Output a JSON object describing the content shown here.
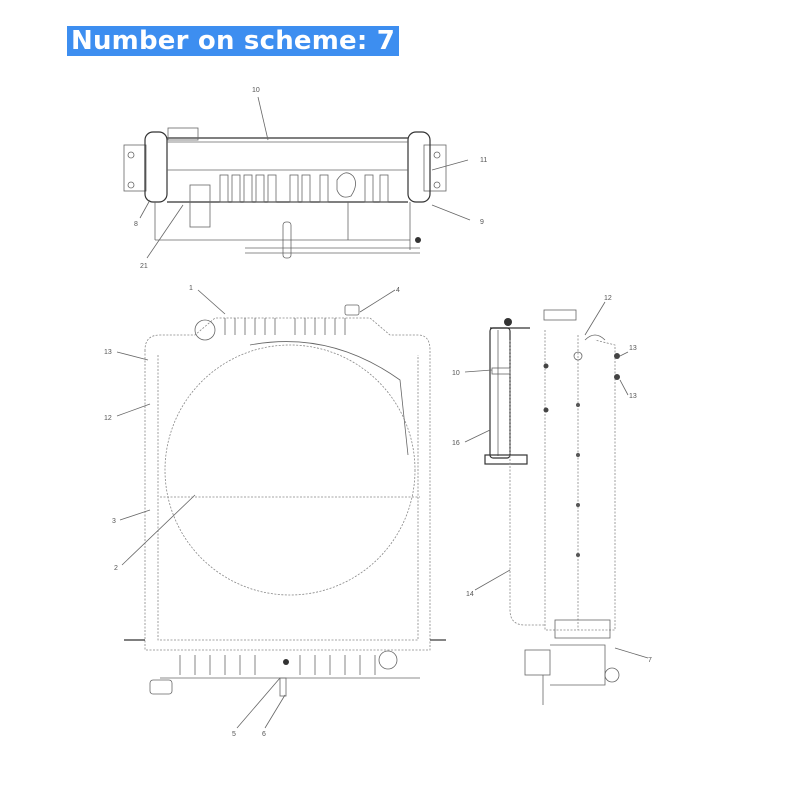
{
  "header": {
    "title": "Number on scheme: 7"
  },
  "colors": {
    "title_bg": "#3d8ef0",
    "title_text": "#ffffff",
    "line": "#555555"
  },
  "diagram": {
    "subject": "radiator assembly",
    "top_view": {
      "labels": [
        "10",
        "11",
        "8",
        "9",
        "21"
      ]
    },
    "front_view": {
      "labels": [
        "1",
        "4",
        "13",
        "12",
        "3",
        "2",
        "5",
        "6"
      ]
    },
    "side_view": {
      "labels": [
        "12",
        "13",
        "10",
        "16",
        "14",
        "7"
      ]
    }
  },
  "labels": {
    "l10_top": "10",
    "l11": "11",
    "l8": "8",
    "l9": "9",
    "l21": "21",
    "l1": "1",
    "l4": "4",
    "l13_front": "13",
    "l12_front": "12",
    "l3": "3",
    "l2": "2",
    "l5": "5",
    "l6": "6",
    "l12_side": "12",
    "l13_side": "13",
    "l13_side_b": "13",
    "l10_side": "10",
    "l16": "16",
    "l14": "14",
    "l7": "7"
  }
}
